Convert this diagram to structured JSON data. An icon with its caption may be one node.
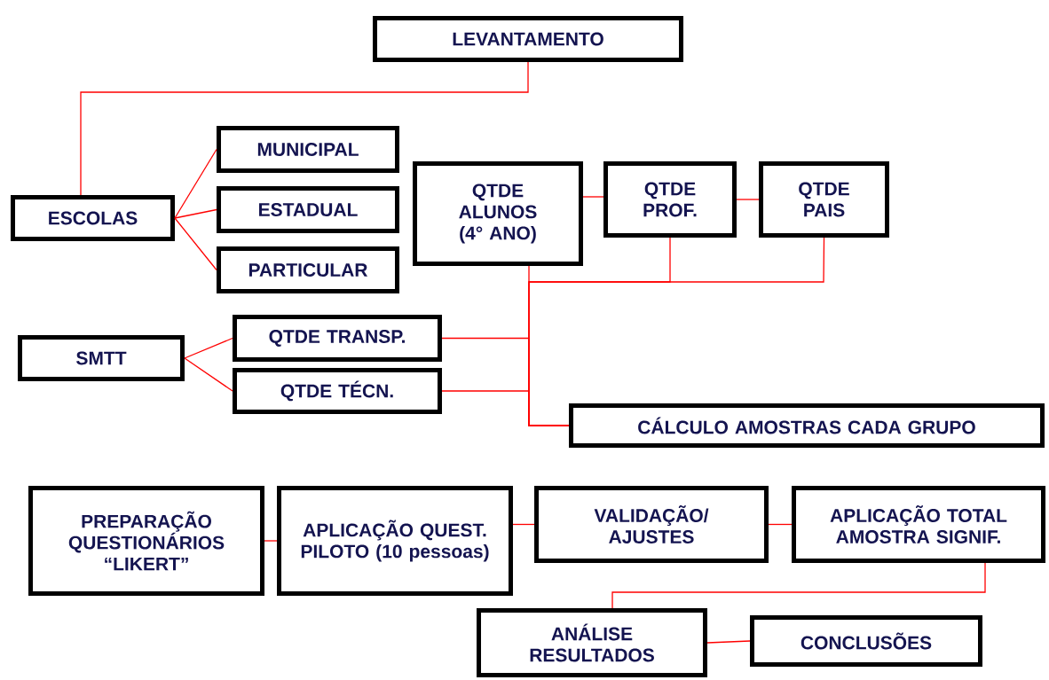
{
  "diagram": {
    "nodes": [
      {
        "text": [
          "LEVANTAMENTO"
        ]
      },
      {
        "text": [
          "ESCOLAS"
        ]
      },
      {
        "text": [
          "MUNICIPAL"
        ]
      },
      {
        "text": [
          "ESTADUAL"
        ]
      },
      {
        "text": [
          "PARTICULAR"
        ]
      },
      {
        "text": [
          "QTDE ALUNOS (4° ANO)"
        ]
      },
      {
        "text": [
          "QTDE PROF."
        ]
      },
      {
        "text": [
          "QTDE PAIS"
        ]
      },
      {
        "text": [
          "SMTT"
        ]
      },
      {
        "text": [
          "QTDE TRANSP."
        ]
      },
      {
        "text": [
          "QTDE TÉCN."
        ]
      },
      {
        "text": [
          "CÁLCULO AMOSTRAS CADA GRUPO"
        ]
      },
      {
        "text": [
          "PREPARAÇÃO QUESTIONÁRIOS “LIKERT”"
        ]
      },
      {
        "text": [
          "APLICAÇÃO QUEST. PILOTO (10 pessoas)"
        ]
      },
      {
        "text": [
          "VALIDAÇÃO/ AJUSTES"
        ]
      },
      {
        "text": [
          "APLICAÇÃO TOTAL AMOSTRA SIGNIF."
        ]
      },
      {
        "text": [
          "ANÁLISE RESULTADOS"
        ]
      },
      {
        "text": [
          "CONCLUSÕES"
        ]
      }
    ],
    "edges": [
      {
        "from": 0,
        "to": 1,
        "arrow": "none"
      },
      {
        "from": 1,
        "to": 2,
        "arrow": "none"
      },
      {
        "from": 1,
        "to": 3,
        "arrow": "none"
      },
      {
        "from": 1,
        "to": 4,
        "arrow": "none"
      },
      {
        "from": 5,
        "to": 6,
        "arrow": "none"
      },
      {
        "from": 6,
        "to": 7,
        "arrow": "none"
      },
      {
        "from": 5,
        "to": 11,
        "arrow": "none"
      },
      {
        "from": 6,
        "to": 11,
        "arrow": "none"
      },
      {
        "from": 7,
        "to": 11,
        "arrow": "none"
      },
      {
        "from": 9,
        "to": 11,
        "arrow": "none"
      },
      {
        "from": 10,
        "to": 11,
        "arrow": "none"
      },
      {
        "from": 8,
        "to": 9,
        "arrow": "none"
      },
      {
        "from": 8,
        "to": 10,
        "arrow": "none"
      },
      {
        "from": 12,
        "to": 13,
        "arrow": "none"
      },
      {
        "from": 13,
        "to": 14,
        "arrow": "none"
      },
      {
        "from": 14,
        "to": 15,
        "arrow": "none"
      },
      {
        "from": 15,
        "to": 16,
        "arrow": "none"
      },
      {
        "from": 16,
        "to": 17,
        "arrow": "none"
      }
    ]
  }
}
